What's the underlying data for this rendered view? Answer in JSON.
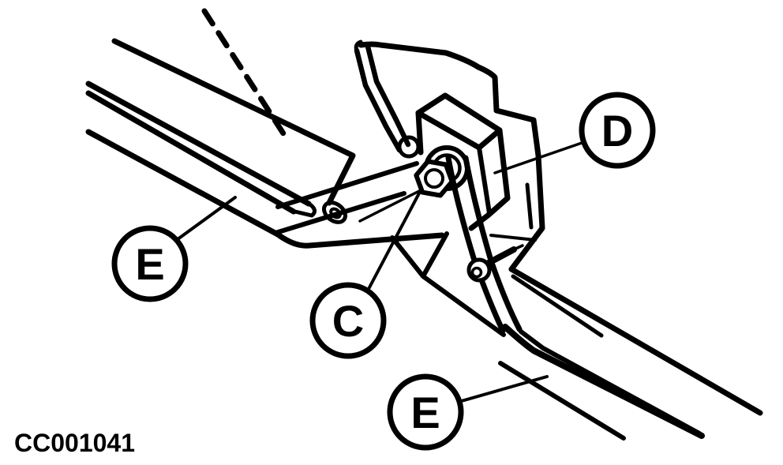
{
  "figure": {
    "code": "CC001041",
    "colors": {
      "background": "#ffffff",
      "line": "#000000"
    },
    "callouts": [
      {
        "label": "D"
      },
      {
        "label": "E"
      },
      {
        "label": "C"
      },
      {
        "label": "E"
      }
    ]
  }
}
